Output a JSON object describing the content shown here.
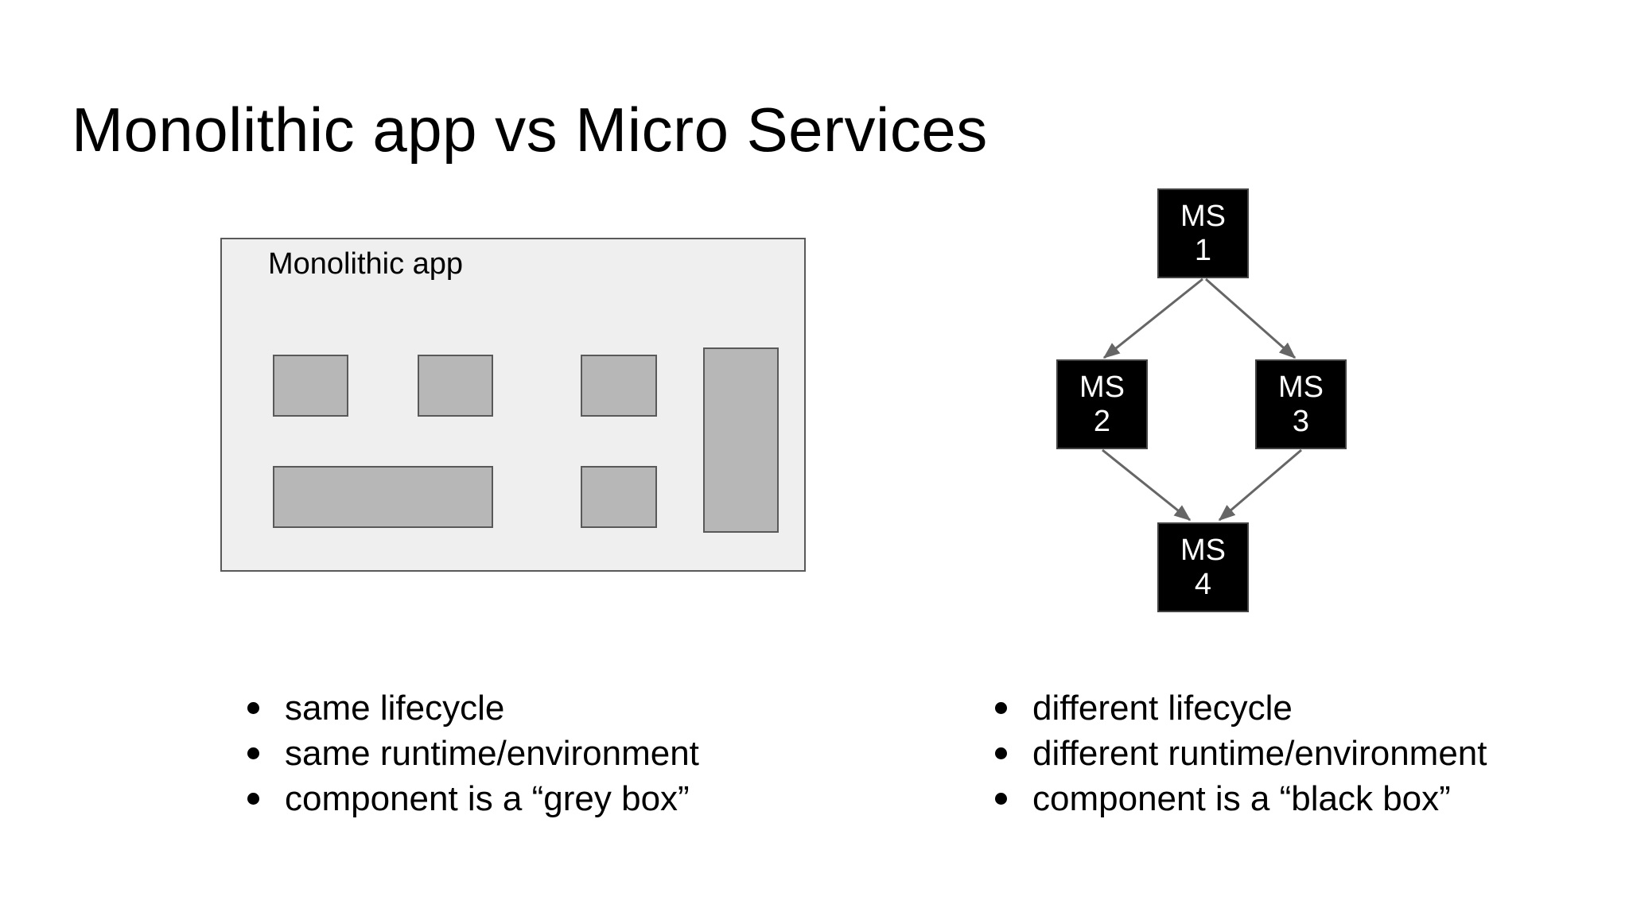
{
  "slide": {
    "title": "Monolithic app vs Micro Services"
  },
  "colors": {
    "background": "#ffffff",
    "text": "#000000",
    "monolith_fill": "#efefef",
    "monolith_border": "#595959",
    "component_fill": "#b7b7b7",
    "component_border": "#595959",
    "ms_fill": "#000000",
    "ms_border": "#434343",
    "ms_text": "#ffffff",
    "arrow": "#666666"
  },
  "monolith": {
    "label": "Monolithic app",
    "bullets": [
      "same lifecycle",
      "same runtime/environment",
      "component is a “grey box”"
    ]
  },
  "microservices": {
    "nodes": [
      {
        "name": "MS",
        "number": "1"
      },
      {
        "name": "MS",
        "number": "2"
      },
      {
        "name": "MS",
        "number": "3"
      },
      {
        "name": "MS",
        "number": "4"
      }
    ],
    "edges": [
      "MS1→MS2",
      "MS1→MS3",
      "MS2→MS4",
      "MS3→MS4"
    ],
    "bullets": [
      "different lifecycle",
      "different runtime/environment",
      "component is a “black box”"
    ]
  }
}
